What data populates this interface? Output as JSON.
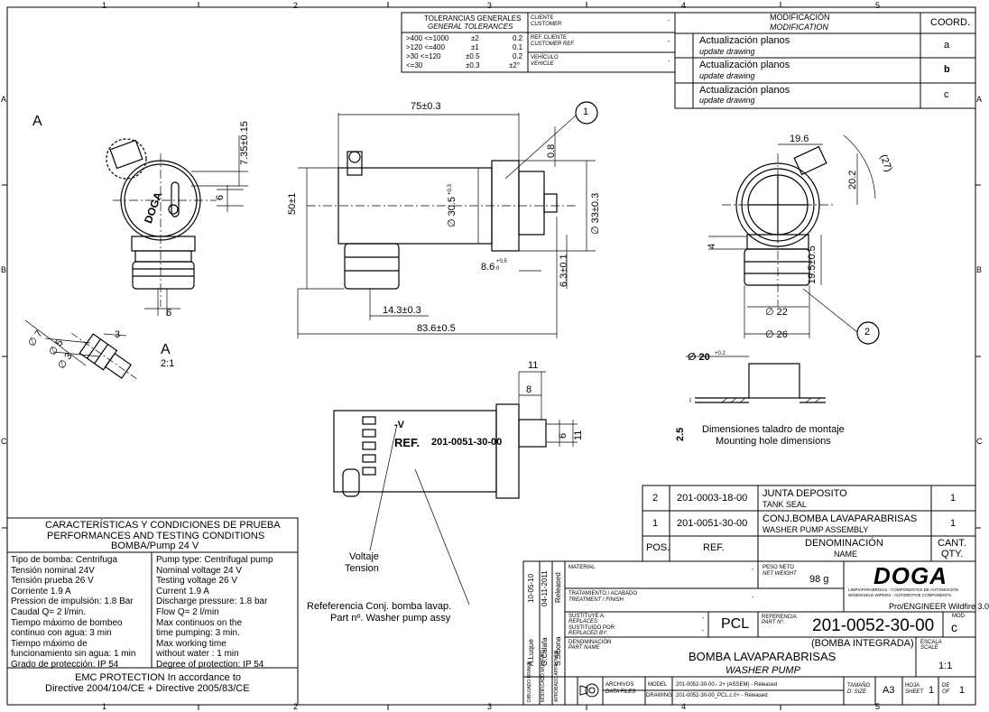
{
  "grid": {
    "cols": [
      "1",
      "2",
      "3",
      "4",
      "5"
    ],
    "rows": [
      "A",
      "B",
      "C"
    ]
  },
  "tolerances": {
    "title": "TOLERANCIAS GENERALES",
    "subtitle": "GENERAL TOLERANCES",
    "rows": [
      {
        "range": ">400 <=1000",
        "tol": "±2",
        "sym_val": "0.2"
      },
      {
        "range": ">120 <=400",
        "tol": "±1",
        "sym_val": "0.1"
      },
      {
        "range": ">30 <=120",
        "tol": "±0.5",
        "sym_val": "0.2"
      },
      {
        "range": "<=30",
        "tol": "±0.3",
        "sym_val": "±2°"
      }
    ]
  },
  "customer_block": {
    "cliente": "CLIENTE",
    "customer": "CUSTOMER",
    "ref_cliente": "REF. CLIENTE",
    "customer_ref": "CUSTOMER REF.",
    "vehiculo": "VEHÍCULO",
    "vehicle": "VEHICLE",
    "dash": "-"
  },
  "modification": {
    "title": "MODIFICACIÓN",
    "subtitle": "MODIFICATION",
    "coord_label": "COORD.",
    "rows": [
      {
        "es": "Actualización planos",
        "en": "update drawing",
        "coord": "a"
      },
      {
        "es": "Actualización planos",
        "en": "update drawing",
        "coord": "b"
      },
      {
        "es": "Actualización planos",
        "en": "update drawing",
        "coord": "c"
      }
    ]
  },
  "dimensions": {
    "d75": "75±0.3",
    "d50": "50±1",
    "d83": "83.6±0.5",
    "d14": "14.3±0.3",
    "d86": "8.6",
    "d86_tol": "+0.5",
    "d86_tol0": "0",
    "d63": "6.3±0.1",
    "d305": "∅ 30.5",
    "d305_tol": "+0.3",
    "d33": "∅ 33±0.3",
    "d08": "0.8",
    "d735": "7.35±0.15",
    "d6a": "6",
    "d6b": "6",
    "d196": "19.6",
    "d202": "20.2",
    "d27": "(27)",
    "d4": "4",
    "d195": "19.5±0.5",
    "d22": "∅ 22",
    "d26": "∅ 26",
    "d7": "∅ 7",
    "d5": "∅ 5",
    "d3a": "∅ 3",
    "d3b": "3",
    "d11a": "11",
    "d8": "8",
    "d6c": "6",
    "d11b": "11",
    "d20": "∅ 20",
    "d20_tol": "+0.2",
    "d25": "2.5"
  },
  "labels": {
    "view_a": "A",
    "view_a_detail": "A",
    "view_a_scale": "2:1",
    "balloon1": "1",
    "balloon2": "2",
    "mount_es": "Dimensiones taladro de montaje",
    "mount_en": "Mounting hole dimensions",
    "voltaje": "Voltaje",
    "tension": "Tension",
    "ref_es": "Refeferencia Conj. bomba lavap.",
    "ref_en": "Part nº. Washer pump assy",
    "body_v": "-V",
    "body_ref": "REF.",
    "body_refnum": "201-0051-30-00",
    "logo_pump": "DOGA"
  },
  "bom": {
    "header": {
      "pos": "POS.",
      "ref": "REF.",
      "den_es": "DENOMINACIÓN",
      "den_en": "NAME",
      "qty_es": "CANT.",
      "qty_en": "QTY."
    },
    "rows": [
      {
        "pos": "2",
        "ref": "201-0003-18-00",
        "name_es": "JUNTA DEPOSITO",
        "name_en": "TANK SEAL",
        "qty": "1"
      },
      {
        "pos": "1",
        "ref": "201-0051-30-00",
        "name_es": "CONJ.BOMBA LAVAPARABRISAS",
        "name_en": "WASHER PUMP ASSEMBLY",
        "qty": "1"
      }
    ]
  },
  "performance": {
    "title1": "CARACTERÍSTICAS Y CONDICIONES DE PRUEBA",
    "title2": "PERFORMANCES AND TESTING CONDITIONS",
    "title3": "BOMBA/Pump 24 V",
    "left": [
      "Tipo de bomba: Centrifuga",
      "Tensión nominal 24V",
      "Tensión prueba 26 V",
      "Corriente 1.9 A",
      "Pression de impulsión:  1.8 Bar",
      "Caudal Q= 2 l/min.",
      "Tiempo máximo de bombeo",
      "continuo con agua: 3 min",
      "Tiempo máximo  de",
      "funcionamiento sin agua: 1 min",
      "Grado de protección: IP 54"
    ],
    "right": [
      "Pump type: Centrifugal pump",
      "Nominal voltage 24 V",
      "Testing voltage 26 V",
      "Current 1.9 A",
      "Discharge pressure: 1.8 bar",
      "Flow Q= 2 l/min",
      "Max continuos on the",
      "time pumping: 3 min.",
      "Max working  time",
      "without water : 1 min",
      "Degree of protection: IP 54"
    ],
    "emc1": "EMC PROTECTION  In accordance to",
    "emc2": "Directive 2004/104/CE + Directive 2005/83/CE"
  },
  "titleblock": {
    "material_es": "MATERIAL",
    "peso_es": "PESO NETO",
    "peso_en": "NET WEIGHT",
    "weight": "98 g",
    "trat_es": "TRATAMIENTO / ACABADO",
    "trat_en": "TREATMENT / FINISH",
    "sust_es": "SUSTITUYE A:",
    "sust_en": "REPLACES:",
    "sustpor_es": "SUSTITUIDO POR:",
    "sustpor_en": "REPLACED BY:",
    "pcl": "PCL",
    "referencia_es": "REFERENCIA",
    "referencia_en": "PART Nº.",
    "part_number": "201-0052-30-00",
    "mod_label": "MOD",
    "mod": "c",
    "den_es": "DENOMINACIÓN",
    "den_en": "PART NAME",
    "integrada": "(BOMBA INTEGRADA)",
    "name_es": "BOMBA LAVAPARABRISAS",
    "name_en": "WASHER PUMP",
    "escala_es": "ESCALA",
    "escala_en": "SCALE",
    "scale": "1:1",
    "archivos_es": "ARCHIVOS",
    "archivos_en": "DATA FILES",
    "model_label": "MODEL",
    "model_val": "201-0052-30-00.- 2+ (ASSEM)  -  Released",
    "drawing_label": "DRAWING",
    "drawing_val": "201-0052-30-00_PCL.c.0+  -  Released",
    "tamano_es": "TAMAÑO",
    "tamano_en": "D. SIZE",
    "size": "A3",
    "hoja_es": "HOJA",
    "hoja_en": "SHEET",
    "sheet": "1",
    "de_es": "DE",
    "de_en": "OF",
    "of": "1",
    "proe": "Pro/ENGINEER Wildfire 3.0",
    "company": "DOGA",
    "company_sub1": "LIMPIAPARABRISAS - COMPONENTES DE AUTOMOCIÓN",
    "company_sub2": "WINDSHIELD WIPERS - AUTOMOTIVE COMPONENTS",
    "date1": "10-05-10",
    "date2": "04-11-2011",
    "status": "Released",
    "author1": "A.Luque",
    "author2": "G.Calafa",
    "author3": "S.Sibona",
    "dib": "DIBUJADO DRAWN",
    "mod_by": "MODIFICADO MODIFIED",
    "apr": "APROBADO APPROVED",
    "dash": "-"
  }
}
